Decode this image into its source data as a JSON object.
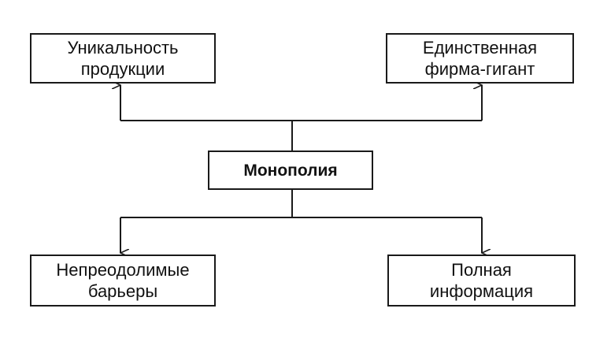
{
  "diagram": {
    "center": {
      "label": "Монополия"
    },
    "top_left": {
      "lines": [
        "Уникальность",
        "продукции"
      ]
    },
    "top_right": {
      "lines": [
        "Единственная",
        "фирма-гигант"
      ]
    },
    "bottom_left": {
      "lines": [
        "Непреодолимые",
        "барьеры"
      ]
    },
    "bottom_right": {
      "lines": [
        "Полная",
        "информация"
      ]
    }
  }
}
